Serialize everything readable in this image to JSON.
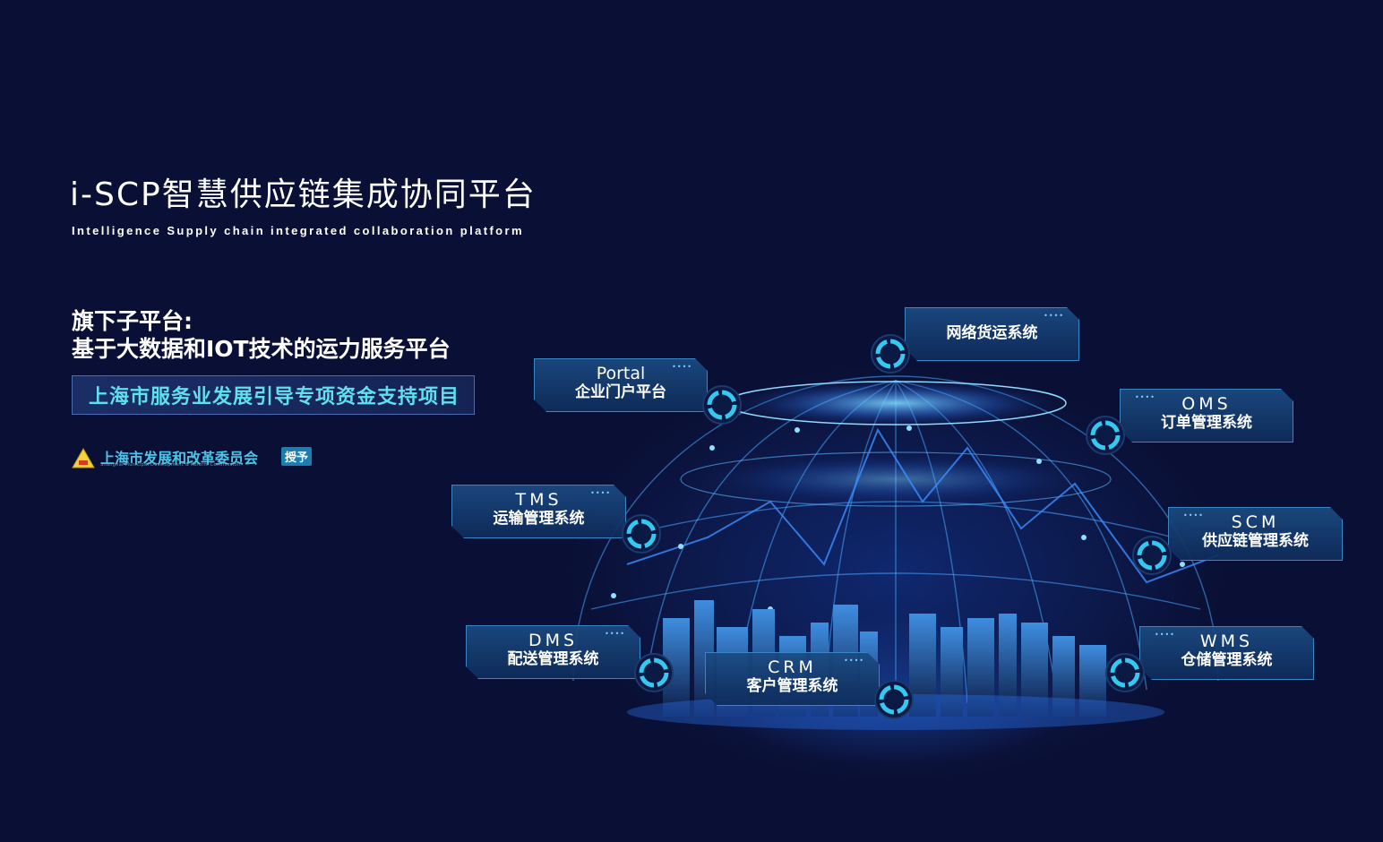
{
  "header": {
    "title": "i-SCP智慧供应链集成协同平台",
    "subtitle": "Intelligence Supply chain integrated collaboration platform"
  },
  "subplatform": {
    "line1": "旗下子平台:",
    "line2": "基于大数据和IOT技术的运力服务平台"
  },
  "funding": {
    "text": "上海市服务业发展引导专项资金支持项目"
  },
  "authority": {
    "logo_icon": "shanghai-commission-logo",
    "name": "上海市发展和改革委员会",
    "name_en": "Shanghai Municipal Development & Reform Commission",
    "badge": "授予"
  },
  "nodes": {
    "freight": {
      "name": "网络货运系统"
    },
    "portal": {
      "code": "Portal",
      "name": "企业门户平台"
    },
    "oms": {
      "code": "OMS",
      "name": "订单管理系统"
    },
    "tms": {
      "code": "TMS",
      "name": "运输管理系统"
    },
    "scm": {
      "code": "SCM",
      "name": "供应链管理系统"
    },
    "dms": {
      "code": "DMS",
      "name": "配送管理系统"
    },
    "crm": {
      "code": "CRM",
      "name": "客户管理系统"
    },
    "wms": {
      "code": "WMS",
      "name": "仓储管理系统"
    }
  },
  "colors": {
    "background": "#0a1035",
    "accent_cyan": "#5ee0f0",
    "node_border": "#3a86c4"
  }
}
